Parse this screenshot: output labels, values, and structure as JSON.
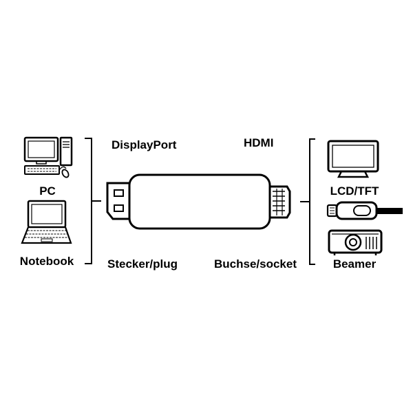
{
  "labels": {
    "displayport": "DisplayPort",
    "hdmi": "HDMI",
    "plug": "Stecker/plug",
    "socket": "Buchse/socket",
    "pc": "PC",
    "notebook": "Notebook",
    "lcd": "LCD/TFT",
    "beamer": "Beamer"
  },
  "icons": {
    "left": [
      "desktop-pc-icon",
      "notebook-icon"
    ],
    "right": [
      "monitor-icon",
      "hdmi-cable-icon",
      "projector-icon"
    ]
  },
  "colors": {
    "line": "#000000",
    "background": "#ffffff"
  }
}
